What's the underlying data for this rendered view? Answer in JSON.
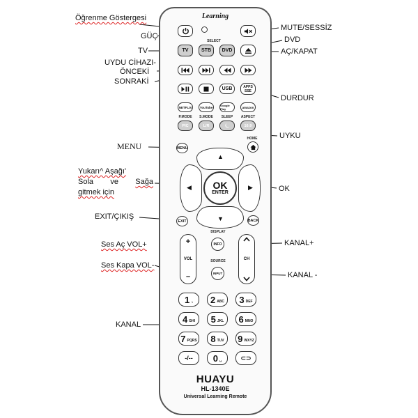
{
  "labels": {
    "learning_indicator": "Öğrenme Göstergesi",
    "power": "GÜÇ",
    "tv": "TV",
    "stb": "UYDU CİHAZI-",
    "prev": "ÖNCEKİ",
    "next": "SONRAKİ",
    "menu": "MENU",
    "nav_line1": "Yukarı^ Aşağı'",
    "nav_line2a": "Sola",
    "nav_line2b": "ve",
    "nav_line2c": "Sağa",
    "nav_line3": "gitmek için",
    "exit": "EXIT/ÇIKIŞ",
    "vol_up": "Ses Aç VOL+",
    "vol_down": "Ses Kapa VOL-",
    "channel": "KANAL",
    "mute": "MUTE/SESSİZ",
    "dvd": "DVD",
    "eject": "AÇ/KAPAT",
    "stop": "DURDUR",
    "sleep": "UYKU",
    "ok": "OK",
    "ch_up": "KANAL+",
    "ch_down": "KANAL -"
  },
  "remote": {
    "top_logo": "Learning",
    "select_label": "SELECT",
    "device_buttons": [
      "TV",
      "STB",
      "DVD"
    ],
    "usb": "USB",
    "apps_line1": "APPS",
    "apps_line2": "SSE",
    "app_buttons": [
      "NETFLIX",
      "YouTube",
      "Google Play",
      "amazon"
    ],
    "mode_labels": [
      "P.MODE",
      "S.MODE",
      "SLEEP",
      "ASPECT"
    ],
    "mode_buttons": [
      "PIC",
      "L/R",
      "⏾",
      "16:9"
    ],
    "menu_btn": "MENU",
    "home_label": "HOME",
    "ok_top": "OK",
    "ok_bottom": "ENTER",
    "exit_btn": "EXIT",
    "back_btn": "BACK",
    "display_label": "DISPLAY",
    "info_btn": "INFO",
    "source_label": "SOURCE",
    "input_btn": "INPUT",
    "vol_label": "VOL",
    "ch_label": "CH",
    "numbers": [
      {
        "d": "1",
        "s": ".,"
      },
      {
        "d": "2",
        "s": "ABC"
      },
      {
        "d": "3",
        "s": "DEF"
      },
      {
        "d": "4",
        "s": "GHI"
      },
      {
        "d": "5",
        "s": "JKL"
      },
      {
        "d": "6",
        "s": "MNO"
      },
      {
        "d": "7",
        "s": "PQRS"
      },
      {
        "d": "8",
        "s": "TUV"
      },
      {
        "d": "9",
        "s": "WXYZ"
      },
      {
        "d": "-/--",
        "s": ""
      },
      {
        "d": "0",
        "s": "␣"
      },
      {
        "d": "⊂⊃",
        "s": ""
      }
    ],
    "brand": "HUAYU",
    "model": "HL-1340E",
    "tagline": "Universal Learning Remote"
  },
  "icons": {
    "power": "power-icon",
    "mute": "mute-icon",
    "eject": "eject-icon",
    "rewind": "rewind-icon",
    "fast_forward": "fast-forward-icon",
    "skip_prev": "skip-previous-icon",
    "skip_next": "skip-next-icon",
    "play_pause": "play-pause-icon",
    "stop": "stop-icon",
    "home": "home-icon"
  }
}
